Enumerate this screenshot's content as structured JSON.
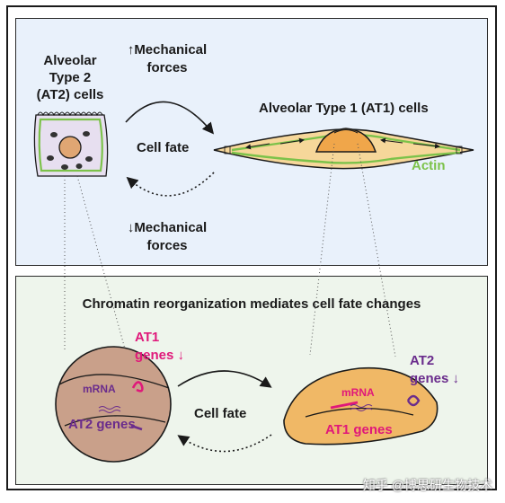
{
  "top": {
    "at2_label": [
      "Alveolar",
      "Type 2",
      "(AT2) cells"
    ],
    "mech_up": {
      "arrow": "↑",
      "line1": "Mechanical",
      "line2": "forces"
    },
    "mech_down": {
      "arrow": "↓",
      "line1": "Mechanical",
      "line2": "forces"
    },
    "cell_fate": "Cell fate",
    "at1_label": "Alveolar Type 1 (AT1) cells",
    "actin": "Actin"
  },
  "bottom": {
    "title": "Chromatin reorganization mediates cell fate changes",
    "at1_genes_label": {
      "line1": "AT1",
      "line2": "genes",
      "arrow": "↓"
    },
    "at2_genes_label": {
      "line1": "AT2",
      "line2": "genes",
      "arrow": "↓"
    },
    "left_nucleus": {
      "mrna": "mRNA",
      "genes": "AT2 genes"
    },
    "right_nucleus": {
      "mrna": "mRNA",
      "genes": "AT1 genes"
    },
    "cell_fate": "Cell fate"
  },
  "watermark": "知乎 @博思研生物技术",
  "colors": {
    "top_panel": "#e9f1fb",
    "bottom_panel": "#eef5ec",
    "cytoplasm": "#f6d79a",
    "nucleus": "#f0a64a",
    "actin": "#7cc24a",
    "at1_magenta": "#e0187a",
    "at2_purple": "#6a2c8c"
  }
}
